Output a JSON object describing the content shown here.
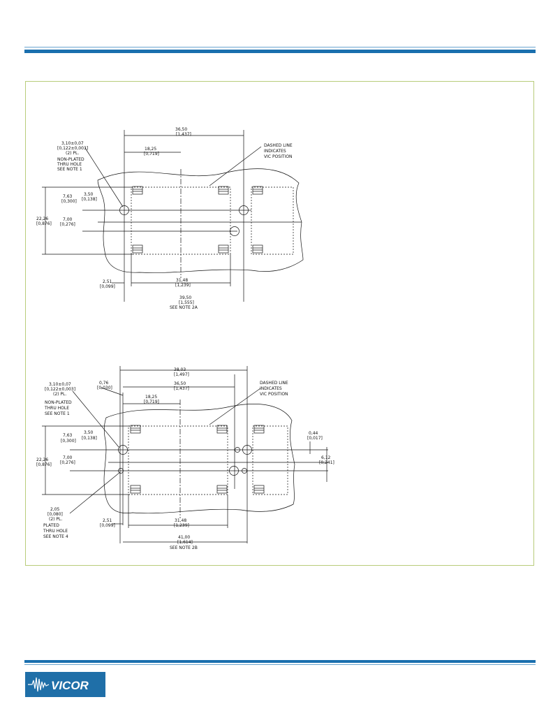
{
  "logo": {
    "text": "VICOR",
    "bg_color": "#1f6fa8"
  },
  "colors": {
    "rule_blue": "#1a6fae",
    "frame_green": "#b8cc7a"
  },
  "drawing_a": {
    "overall_width": "36,50",
    "overall_width_in": "[1,437]",
    "half_width": "18,25",
    "half_width_in": "[0,719]",
    "hole_dia": "3,10±0,07",
    "hole_dia_in": "[0,122±0,003]",
    "hole_qty": "(2) PL.",
    "hole_type_1": "NON-PLATED",
    "hole_type_2": "THRU HOLE",
    "hole_note": "SEE NOTE 1",
    "dashed_1": "DASHED LINE",
    "dashed_2": "INDICATES",
    "dashed_3": "VIC POSITION",
    "dim_763": "7,63",
    "dim_763_in": "[0,300]",
    "dim_350": "3,50",
    "dim_350_in": "[0,138]",
    "dim_2226": "22,26",
    "dim_2226_in": "[0,876]",
    "dim_700": "7,00",
    "dim_700_in": "[0,276]",
    "dim_251": "2,51",
    "dim_251_in": "[0,099]",
    "dim_3148": "31,48",
    "dim_3148_in": "[1,239]",
    "dim_3950": "39,50",
    "dim_3950_in": "[1,555]",
    "dim_3950_note": "SEE NOTE 2A"
  },
  "drawing_b": {
    "overall_width": "38,03",
    "overall_width_in": "[1,497]",
    "dim_076": "0,76",
    "dim_076_in": "[0,030]",
    "dim_3650": "36,50",
    "dim_3650_in": "[1,437]",
    "half_width": "18,25",
    "half_width_in": "[0,719]",
    "hole_dia": "3,10±0,07",
    "hole_dia_in": "[0,122±0,003]",
    "hole_qty": "(2) PL.",
    "hole_type_1": "NON-PLATED",
    "hole_type_2": "THRU HOLE",
    "hole_note": "SEE NOTE 1",
    "dashed_1": "DASHED LINE",
    "dashed_2": "INDICATES",
    "dashed_3": "VIC POSITION",
    "dim_763": "7,63",
    "dim_763_in": "[0,300]",
    "dim_350": "3,50",
    "dim_350_in": "[0,138]",
    "dim_044": "0,44",
    "dim_044_in": "[0,017]",
    "dim_2226": "22,26",
    "dim_2226_in": "[0,876]",
    "dim_700": "7,00",
    "dim_700_in": "[0,276]",
    "dim_612": "6,12",
    "dim_612_in": "[0,241]",
    "plated_dia": "2,05",
    "plated_dia_in": "[0,080]",
    "plated_qty": "(2) PL.",
    "plated_type_1": "PLATED",
    "plated_type_2": "THRU HOLE",
    "plated_note": "SEE NOTE 4",
    "dim_251": "2,51",
    "dim_251_in": "[0,099]",
    "dim_3148": "31,48",
    "dim_3148_in": "[1,239]",
    "dim_4100": "41,00",
    "dim_4100_in": "[1,614]",
    "dim_4100_note": "SEE NOTE 2B"
  }
}
